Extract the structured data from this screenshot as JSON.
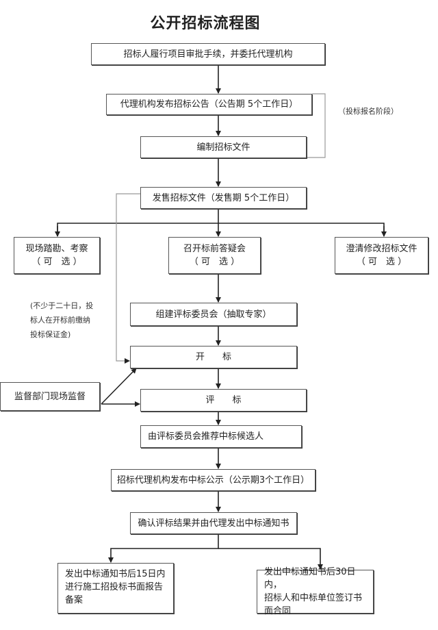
{
  "title": "公开招标流程图",
  "steps": {
    "approval": "招标人履行项目审批手续，并委托代理机构",
    "announce": "代理机构发布招标公告（公告期 5个工作日）",
    "prepare": "编制招标文件",
    "sell": "发售招标文件（发售期 5个工作日）",
    "site_visit": [
      "现场踏勘、考察",
      "（ 可　选 ）"
    ],
    "qa_meeting": [
      "召开标前答疑会",
      "（ 可　选 ）"
    ],
    "clarify": [
      "澄清修改招标文件",
      "（ 可　选 ）"
    ],
    "committee": "组建评标委员会（抽取专家）",
    "open": "开　　标",
    "evaluate": "评　　标",
    "recommend": "由评标委员会推荐中标候选人",
    "publicize": "招标代理机构发布中标公示（公示期3个工作日）",
    "confirm": "确认评标结果并由代理发出中标通知书",
    "report": [
      "发出中标通知书后15日内",
      "进行施工招投标书面报告",
      "备案"
    ],
    "contract": [
      "发出中标通知书后30日内，",
      "招标人和中标单位签订书",
      "面合同"
    ],
    "supervision": "监督部门现场监督"
  },
  "notes": {
    "registration": "（投标报名阶段）",
    "deposit": [
      "(不少于二十日，投",
      "标人在开标前缴纳",
      "投标保证金)"
    ]
  }
}
